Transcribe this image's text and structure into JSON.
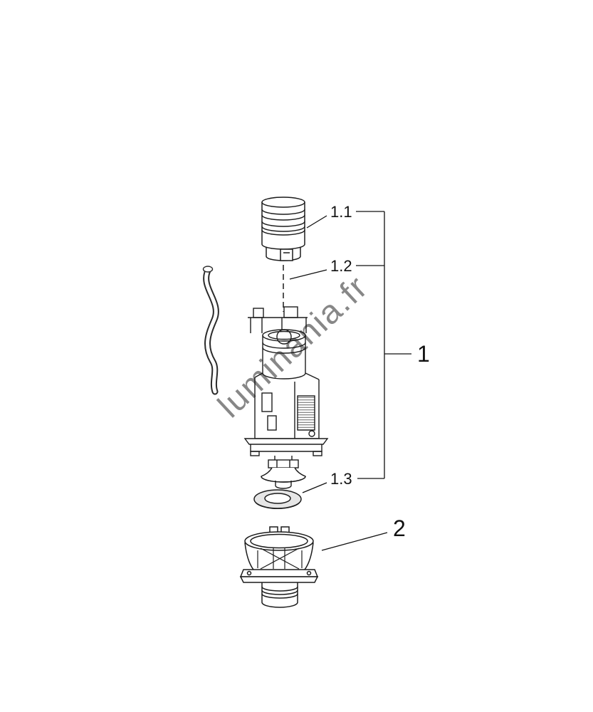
{
  "page": {
    "background": "#ffffff",
    "line_color": "#1c1c1c"
  },
  "watermark": {
    "text": "luminania.fr",
    "color": "#9b9b9b"
  },
  "callouts": {
    "part_1_1": {
      "label": "1.1"
    },
    "part_1_2": {
      "label": "1.2"
    },
    "part_1_3": {
      "label": "1.3"
    },
    "group_1": {
      "label": "1"
    },
    "part_2": {
      "label": "2"
    }
  }
}
